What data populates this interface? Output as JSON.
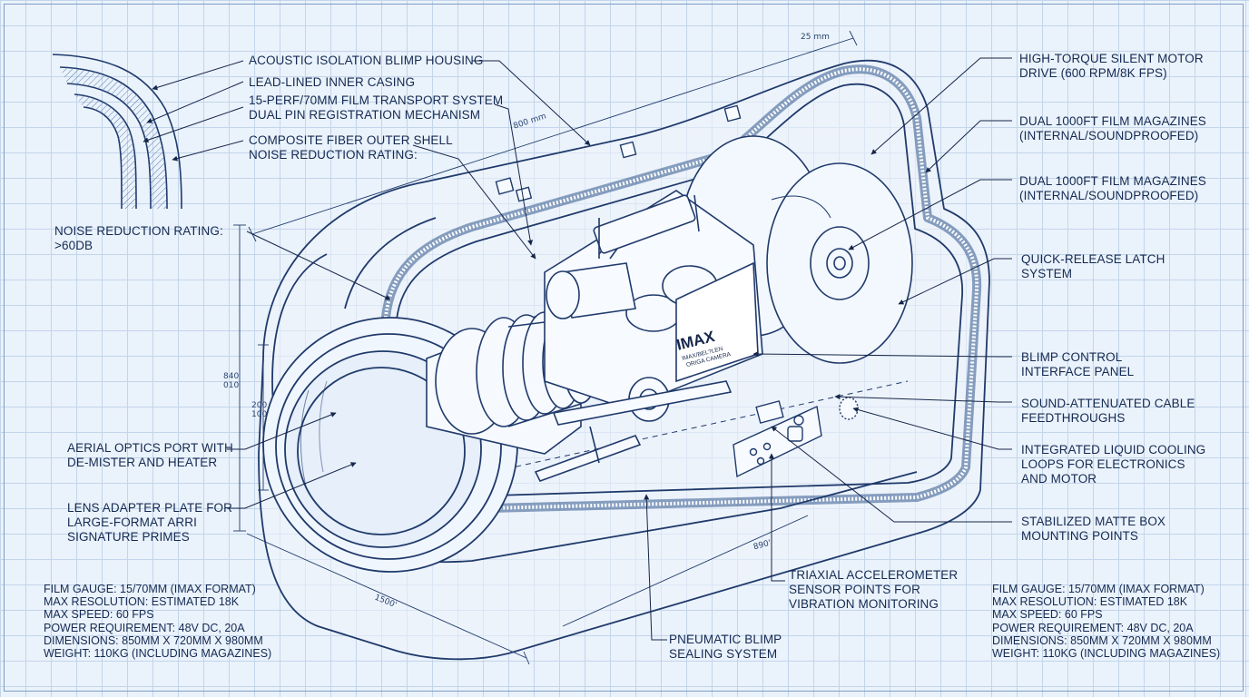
{
  "left_labels": {
    "acoustic_housing": "ACOUSTIC ISOLATION BLIMP HOUSING",
    "lead_lined": "LEAD-LINED INNER CASING",
    "film_transport": "15-PERF/70MM FILM TRANSPORT SYSTEM\nDUAL PIN REGISTRATION MECHANISM",
    "composite_shell": "COMPOSITE FIBER OUTER SHELL\nNOISE REDUCTION RATING:",
    "noise_rating": "NOISE REDUCTION RATING:\n>60dB",
    "aerial_optics": "AERIAL OPTICS PORT WITH\nDE-MISTER AND HEATER",
    "lens_adapter": "LENS ADAPTER PLATE FOR\nLARGE-FORMAT ARRI\nSIGNATURE PRIMES"
  },
  "right_labels": {
    "motor_drive": "HIGH-TORQUE SILENT MOTOR\nDRIVE (600 RPM/8K FPS)",
    "magazines_1": "DUAL 1000ft FILM MAGAZINES\n(INTERNAL/SOUNDPROOFED)",
    "magazines_2": "DUAL 1000ft FILM MAGAZINES\n(INTERNAL/SOUNDPROOFED)",
    "latch": "QUICK-RELEASE LATCH\nSYSTEM",
    "control_panel": "BLIMP CONTROL\nINTERFACE PANEL",
    "cable_feedthroughs": "SOUND-ATTENUATED CABLE\nFEEDTHROUGHS",
    "cooling": "INTEGRATED LIQUID COOLING\nLOOPS FOR ELECTRONICS\nAND MOTOR",
    "matte_box": "STABILIZED MATTE BOX\nMOUNTING POINTS"
  },
  "bottom_labels": {
    "accelerometer": "TRIAXIAL ACCELEROMETER\nSENSOR POINTS FOR\nVIBRATION MONITORING",
    "pneumatic": "PNEUMATIC BLIMP\nSEALING SYSTEM"
  },
  "specs_left": [
    "FILM GAUGE: 15/70MM (IMAX FORMAT)",
    "MAX RESOLUTION: ESTIMATED 18K",
    "MAX SPEED: 60 FPS",
    "POWER REQUIREMENT: 48V DC, 20A",
    "DIMENSIONS: 850MM X 720MM X 980MM",
    "WEIGHT: 110KG (INCLUDING MAGAZINES)"
  ],
  "specs_right": [
    "FILM GAUGE: 15/70MM (IMAX FORMAT)",
    "MAX RESOLUTION: ESTIMATED 18K",
    "MAX SPEED: 60 FPS",
    "POWER REQUIREMENT: 48V DC, 20A",
    "DIMENSIONS: 850MM X 720MM X 980MM",
    "WEIGHT: 110KG (INCLUDING MAGAZINES)"
  ],
  "dimensions": {
    "top_small": "25 mm",
    "top_length": "800 mm",
    "vert_outer": "840\n010",
    "vert_inner": "200\n100",
    "bottom_right": "890'",
    "bottom_left": "1500'"
  },
  "camera": {
    "logo": "IMAX",
    "sub_1": "IMAX/BEL?LEN",
    "sub_2": "ORIGA CAMERA"
  },
  "colors": {
    "background": "#eaf2fb",
    "grid": "#c3d5ea",
    "ink": "#15264a",
    "line": "#1f3a6b"
  }
}
